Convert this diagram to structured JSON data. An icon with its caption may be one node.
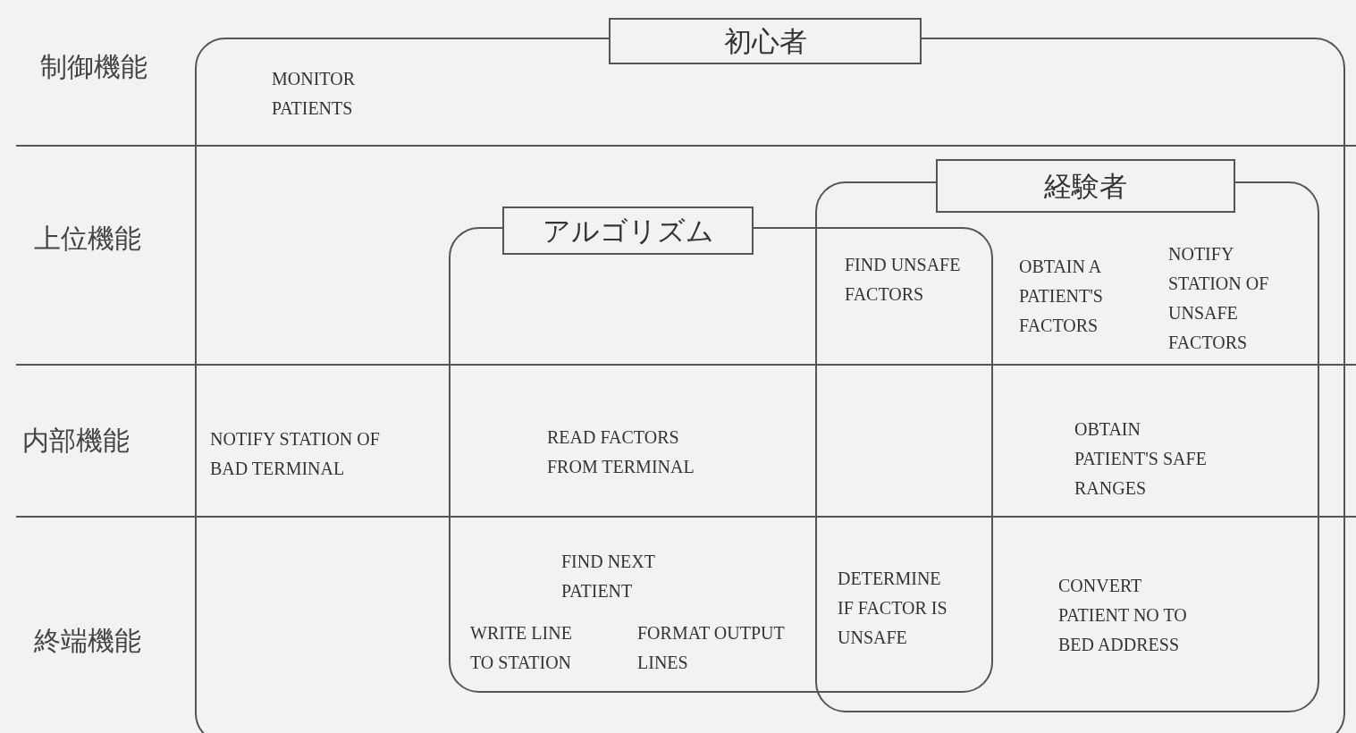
{
  "diagram": {
    "nodes": [
      {
        "text": [
          "初心者"
        ]
      },
      {
        "text": [
          "アルゴリズム"
        ],
        "in": 0
      },
      {
        "text": [
          "経験者"
        ],
        "in": 0
      }
    ],
    "labels": [
      "制御機能",
      "MONITOR PATIENTS",
      "上位機能",
      "FIND UNSAFE FACTORS",
      "OBTAIN A PATIENT'S FACTORS",
      "NOTIFY STATION OF UNSAFE FACTORS",
      "内部機能",
      "NOTIFY STATION OF BAD TERMINAL",
      "READ FACTORS FROM TERMINAL",
      "OBTAIN PATIENT'S SAFE RANGES",
      "終端機能",
      "FIND NEXT PATIENT",
      "WRITE LINE TO STATION",
      "FORMAT OUTPUT LINES",
      "DETERMINE IF FACTOR IS UNSAFE",
      "CONVERT PATIENT NO TO BED ADDRESS"
    ]
  }
}
